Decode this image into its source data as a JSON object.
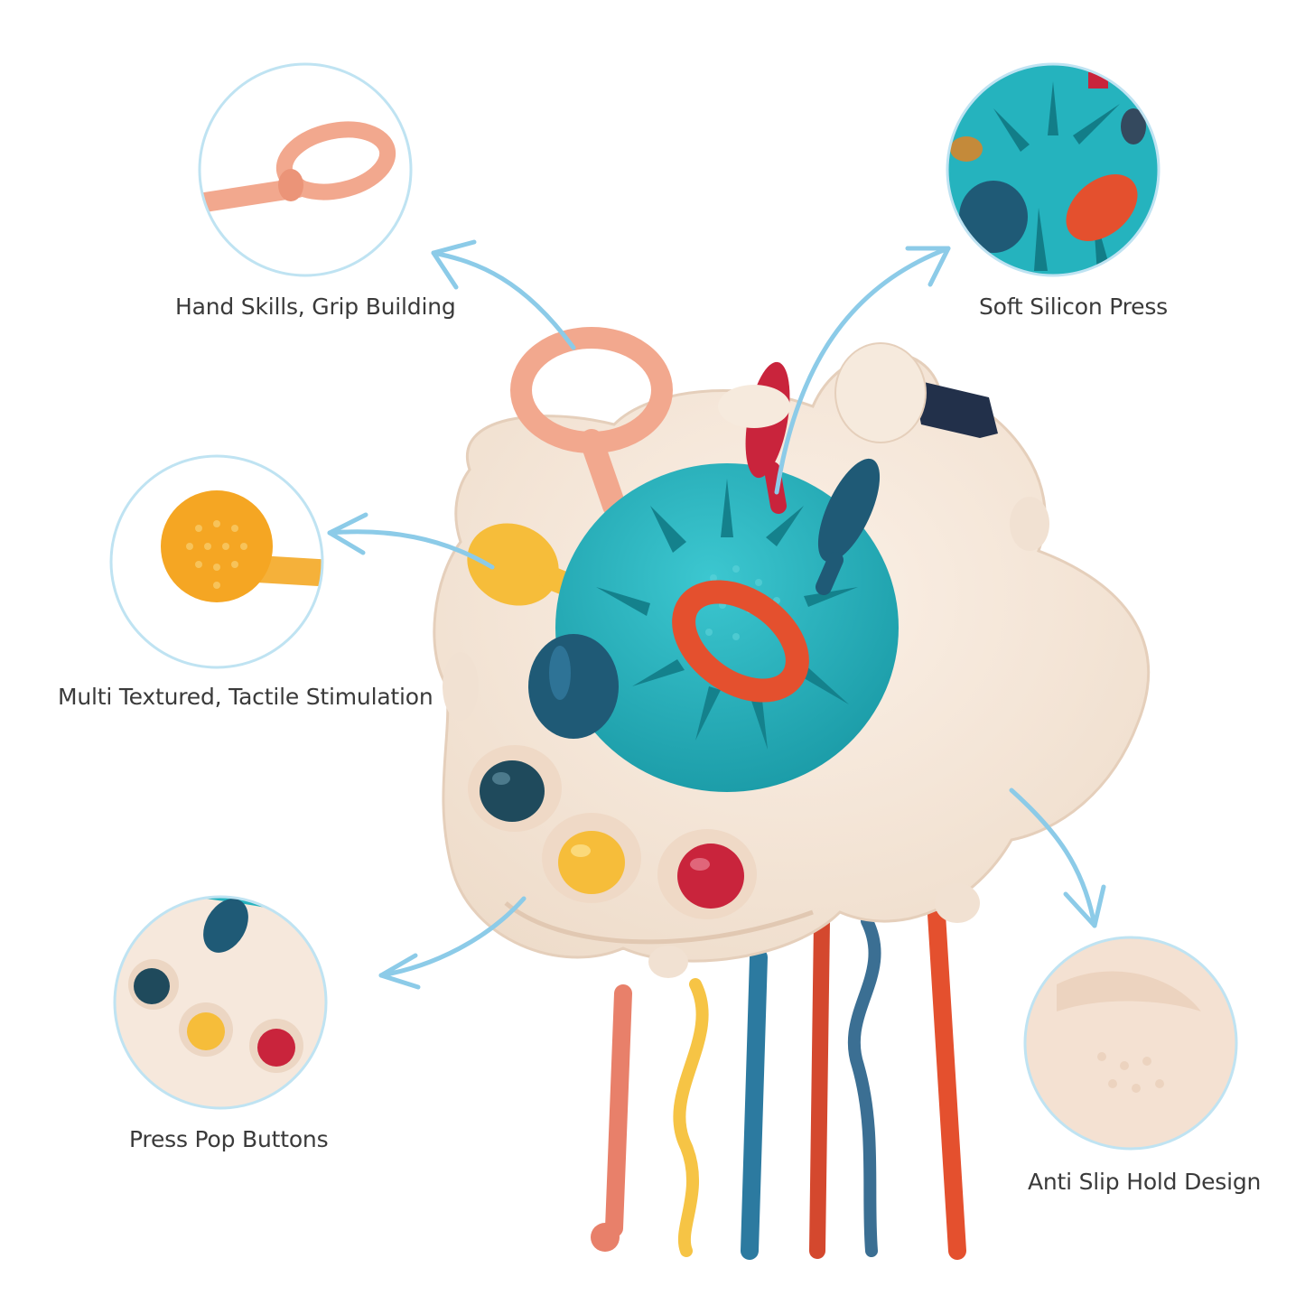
{
  "features": [
    {
      "label": "Hand Skills, Grip Building",
      "icon": "pull-ring-detail-icon"
    },
    {
      "label": "Soft Silicon Press",
      "icon": "textured-ball-detail-icon"
    },
    {
      "label": "Multi Textured, Tactile Stimulation",
      "icon": "textured-paddle-detail-icon"
    },
    {
      "label": "Press Pop Buttons",
      "icon": "pop-buttons-detail-icon"
    },
    {
      "label": "Anti Slip Hold Design",
      "icon": "anti-slip-surface-detail-icon"
    }
  ],
  "colors": {
    "background": "#ffffff",
    "circle_outline": "#bfe3f2",
    "arrow": "#8ccbe8",
    "toy_base": "#f7e7da",
    "ball": "#27b5c0",
    "coral": "#e8735a",
    "peach": "#f2a88e",
    "yellow": "#f6bd3a",
    "navy": "#1f5a76",
    "crimson": "#c9243c",
    "red_orange": "#e4502e",
    "caption_text": "#3a3a3a"
  }
}
